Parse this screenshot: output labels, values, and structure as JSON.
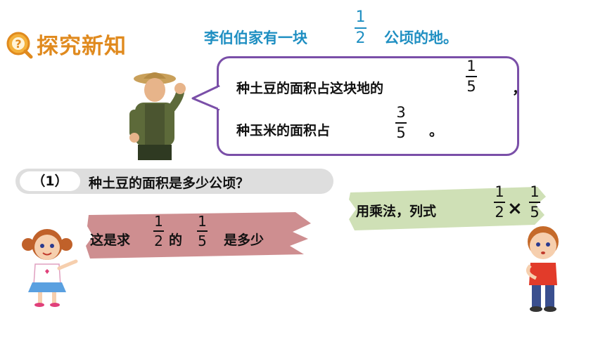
{
  "header": {
    "title": "探究新知",
    "problem_text": "李伯伯家有一块",
    "problem_fraction": {
      "num": "1",
      "den": "2"
    },
    "problem_unit": "公顷的地。"
  },
  "speech": {
    "line1": "种土豆的面积占这块地的",
    "line1_fraction": {
      "num": "1",
      "den": "5"
    },
    "line1_end": "，",
    "line2": "种玉米的面积占",
    "line2_fraction": {
      "num": "3",
      "den": "5"
    },
    "line2_end": "。"
  },
  "question": {
    "number": "（1）",
    "text": "种土豆的面积是多少公顷？"
  },
  "explanation": {
    "part_a": "这是求",
    "frac_a": {
      "num": "1",
      "den": "2"
    },
    "part_b": "的",
    "frac_b": {
      "num": "1",
      "den": "5"
    },
    "part_c": "是多少"
  },
  "method": {
    "text": "用乘法，列式",
    "frac_a": {
      "num": "1",
      "den": "2"
    },
    "operator": "×",
    "frac_b": {
      "num": "1",
      "den": "5"
    }
  },
  "colors": {
    "title_orange": "#e08a1e",
    "problem_blue": "#1f8fc2",
    "bubble_border": "#7a4fa8",
    "pill_gray": "#dedede",
    "brush_red": "#c98284",
    "brush_green": "#cfe0b6"
  }
}
